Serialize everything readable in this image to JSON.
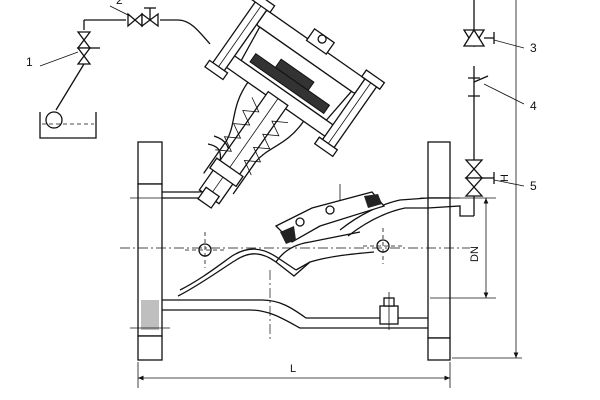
{
  "labels": {
    "item1": "1",
    "item2": "2",
    "item3": "3",
    "item4": "4",
    "item5": "5"
  },
  "dimensions": {
    "length": "L",
    "nominal_diameter": "DN",
    "height": "H"
  }
}
